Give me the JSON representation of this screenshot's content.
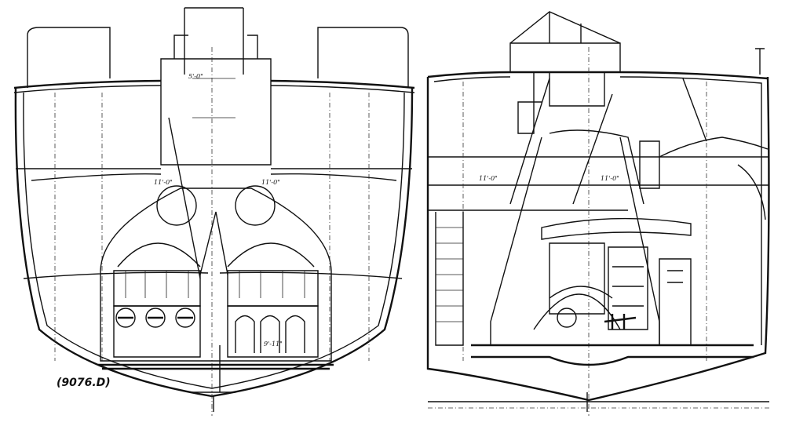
{
  "figure": {
    "caption": "(9076.D)",
    "dimension_labels": [
      "11'-0\"",
      "11'-0\"",
      "11'-0\"",
      "11'-0\"",
      "5'-0\"",
      "9'-11\""
    ]
  }
}
